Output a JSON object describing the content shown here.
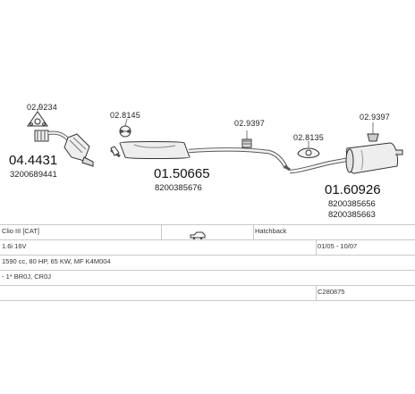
{
  "parts": {
    "catalytic": {
      "number": "04.4431",
      "oem": "3200689441"
    },
    "middle": {
      "number": "01.50665",
      "oem": "8200385676"
    },
    "rear": {
      "number": "01.60926",
      "oem1": "8200385656",
      "oem2": "8200385663"
    },
    "small_parts": {
      "gasket_front": "02.9234",
      "clamp_front": "02.8145",
      "hanger_mid": "02.9397",
      "clamp_rear": "02.8135",
      "hanger_rear": "02.9397"
    }
  },
  "table": {
    "model": "Clio III [CAT]",
    "body": "Hatchback",
    "engine": "1.6i 16V",
    "years": "01/05 - 10/07",
    "engine_detail": "1590 cc, 80 HP, 65 KW, MF K4M004",
    "extra": "- 1* BR0J, CR0J",
    "code": "C280875"
  }
}
